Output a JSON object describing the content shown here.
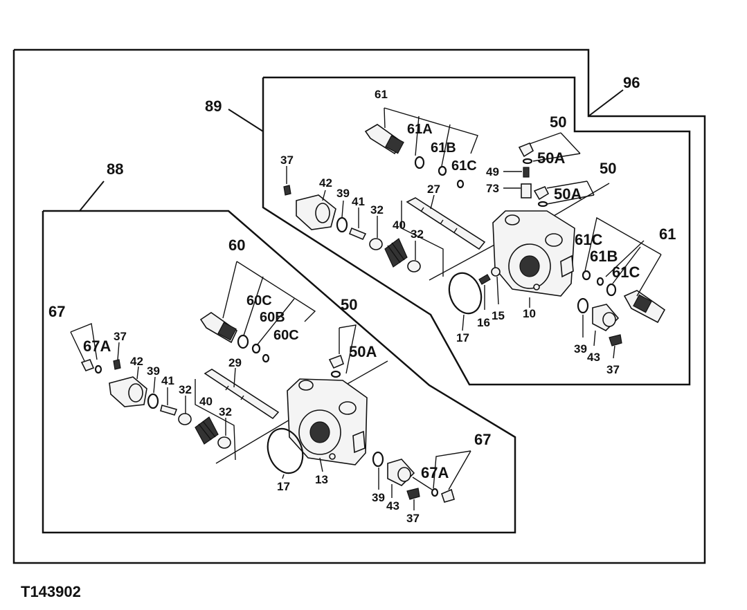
{
  "figure_id": "T143902",
  "callouts": {
    "c96": "96",
    "c89": "89",
    "c88": "88",
    "u61": "61",
    "u61A": "61A",
    "u61B": "61B",
    "u61C": "61C",
    "u50a": "50",
    "u50Aa": "50A",
    "u49": "49",
    "u73": "73",
    "u50b": "50",
    "u50Ab": "50A",
    "u37": "37",
    "u42": "42",
    "u39": "39",
    "u41": "41",
    "u32a": "32",
    "u27": "27",
    "u40": "40",
    "u32b": "32",
    "u61Cb": "61C",
    "u61r": "61",
    "u61Bb": "61B",
    "u61Cc": "61C",
    "u17": "17",
    "u16": "16",
    "u15": "15",
    "u10": "10",
    "u39b": "39",
    "u43": "43",
    "u37b": "37",
    "l60": "60",
    "l60C": "60C",
    "l60B": "60B",
    "l60Cb": "60C",
    "l67": "67",
    "l67A": "67A",
    "l37": "37",
    "l50": "50",
    "l50A": "50A",
    "l42": "42",
    "l39": "39",
    "l41": "41",
    "l32a": "32",
    "l29": "29",
    "l40": "40",
    "l32b": "32",
    "l17": "17",
    "l13": "13",
    "l39b": "39",
    "l43": "43",
    "l37b": "37",
    "l67r": "67",
    "l67Ar": "67A"
  }
}
